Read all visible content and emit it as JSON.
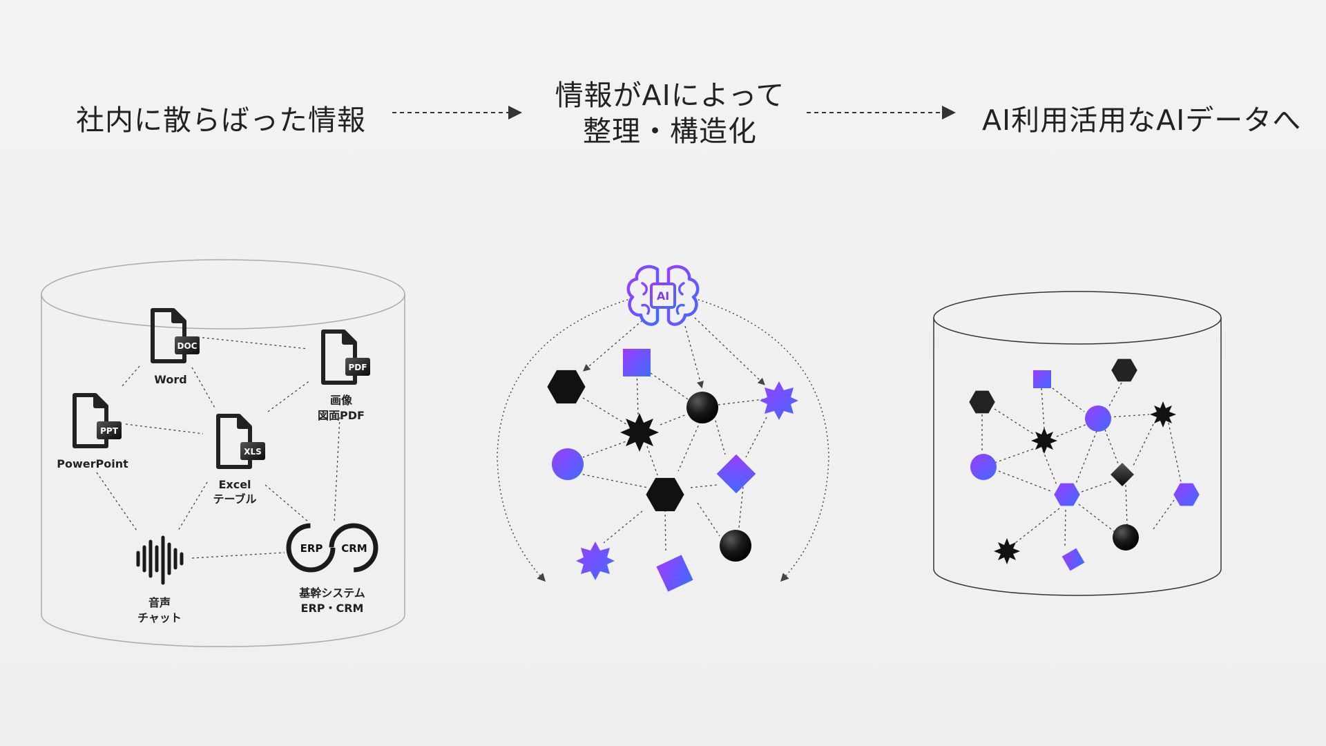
{
  "headings": {
    "step1": "社内に散らばった情報",
    "step2_line1": "情報がAIによって",
    "step2_line2": "整理・構造化",
    "step3": "AI利用活用なAIデータへ"
  },
  "sources": {
    "word": {
      "label": "Word",
      "badge": "DOC"
    },
    "pdf": {
      "label_line1": "画像",
      "label_line2": "図面PDF",
      "badge": "PDF"
    },
    "ppt": {
      "label": "PowerPoint",
      "badge": "PPT"
    },
    "excel": {
      "label_line1": "Excel",
      "label_line2": "テーブル",
      "badge": "XLS"
    },
    "voice": {
      "label_line1": "音声",
      "label_line2": "チャット"
    },
    "erp": {
      "label_line1": "基幹システム",
      "label_line2": "ERP・CRM",
      "ring1": "ERP",
      "ring2": "CRM"
    }
  },
  "ai": {
    "chip_label": "AI"
  },
  "colors": {
    "accent_start": "#9b3dff",
    "accent_end": "#3f6bff",
    "dark": "#111111",
    "line": "#555555"
  },
  "icons": [
    "document-icon",
    "waveform-icon",
    "erp-crm-cycle-icon",
    "brain-chip-icon"
  ]
}
